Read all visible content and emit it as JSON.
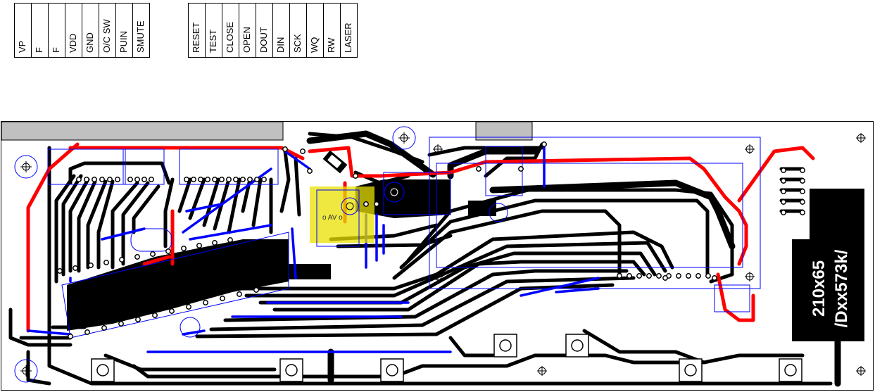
{
  "connector_left": {
    "pins": [
      "VP",
      "F",
      "F",
      "VDD",
      "GND",
      "O/C SW",
      "PUIN",
      "SMUTE"
    ]
  },
  "connector_right": {
    "pins": [
      "RESET",
      "TEST",
      "CLOSE",
      "OPEN",
      "DOUT",
      "DIN",
      "SCK",
      "WQ",
      "RW",
      "LASER"
    ]
  },
  "board": {
    "label_line1": "210x65",
    "label_line2": "/Dxx573k/",
    "component_text": "o AV o"
  },
  "colors": {
    "copper": "#000000",
    "top_trace": "#ff0000",
    "jumper": "#0000ff",
    "outline": "#0000ff",
    "highlight": "#e8e000",
    "tab": "#c0c0c0"
  }
}
